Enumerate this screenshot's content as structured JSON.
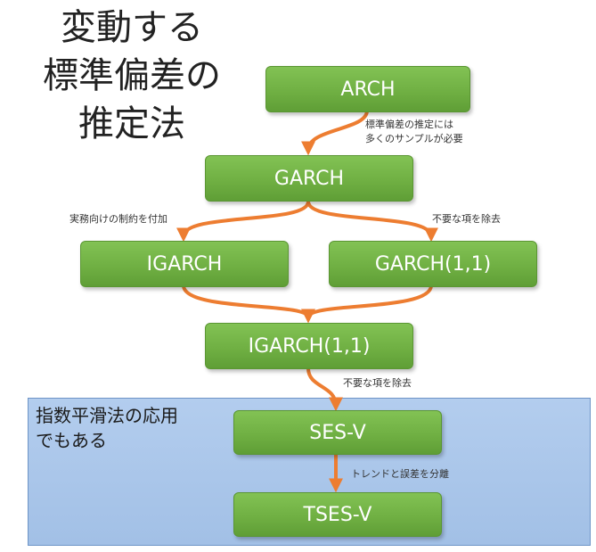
{
  "title_lines": [
    "変動する",
    "標準偏差の",
    "推定法"
  ],
  "region": {
    "label_lines": [
      "指数平滑法の応用",
      "でもある"
    ]
  },
  "nodes": {
    "arch": "ARCH",
    "garch": "GARCH",
    "igarch": "IGARCH",
    "garch11": "GARCH(1,1)",
    "igarch11": "IGARCH(1,1)",
    "sesv": "SES-V",
    "tsesv": "TSES-V"
  },
  "annotations": {
    "arch_garch": [
      "標準偏差の推定には",
      "多くのサンプルが必要"
    ],
    "garch_igarch": "実務向けの制約を付加",
    "garch_garch11": "不要な項を除去",
    "igarch11_sesv": "不要な項を除去",
    "sesv_tsesv": "トレンドと誤差を分離"
  },
  "colors": {
    "node_fill": "#70b043",
    "arrow": "#ed7d31",
    "region_fill": "#a9c5e8"
  }
}
